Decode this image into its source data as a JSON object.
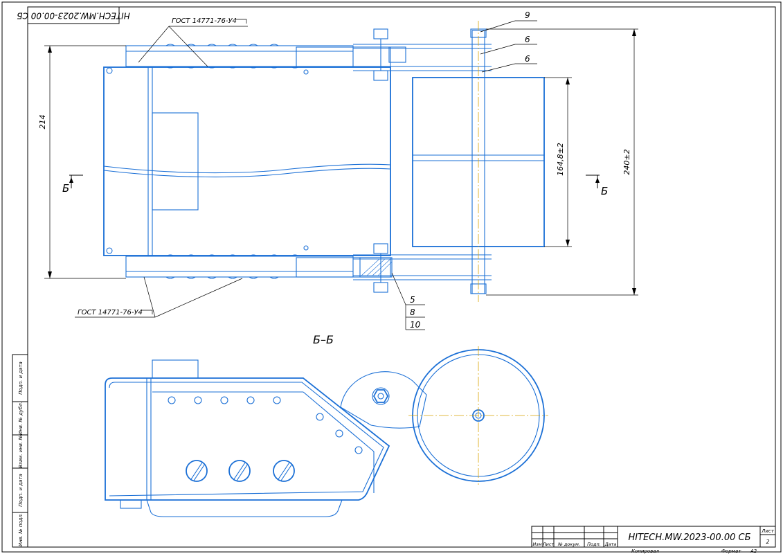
{
  "drawing": {
    "top_stamp": "HITECH.MW.2023-00.00 СБ",
    "gost_top": "ГОСТ 14771-76-У4",
    "gost_bottom": "ГОСТ 14771-76-У4",
    "dim_214": "214",
    "dim_164": "164,8±2",
    "dim_240": "240±2",
    "section_mark_left": "Б",
    "section_mark_right": "Б",
    "section_title": "Б–Б",
    "callouts": [
      "9",
      "6",
      "6",
      "5",
      "8",
      "10"
    ]
  },
  "side_strip": [
    "Подп. и дата",
    "Инв. № дубл.",
    "Взам. инв. №",
    "Подп. и дата",
    "Инв. № подл."
  ],
  "title_block": {
    "designation": "HITECH.MW.2023-00.00 СБ",
    "headers": [
      "Изм",
      "Лист",
      "№ докум.",
      "Подп.",
      "Дата"
    ],
    "sheet_label": "Лист",
    "sheet_number": "2",
    "copied": "Копировал",
    "format_label": "Формат",
    "format_value": "А2"
  }
}
